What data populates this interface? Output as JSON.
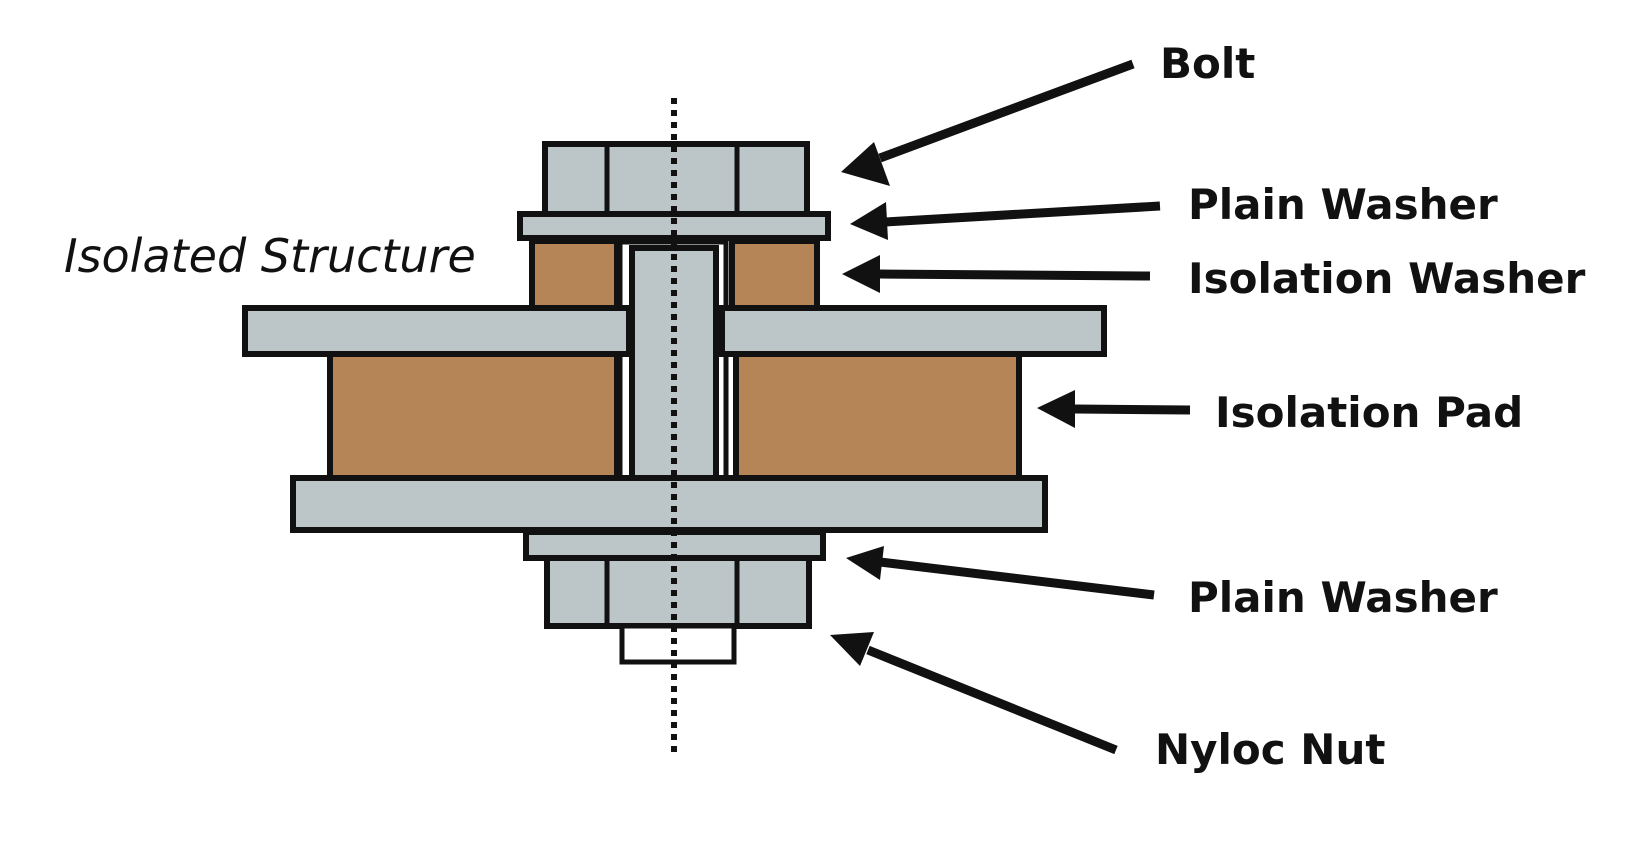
{
  "caption": "Isolated Structure",
  "labels": {
    "bolt": "Bolt",
    "plain_washer_top": "Plain Washer",
    "isolation_washer": "Isolation Washer",
    "isolation_pad": "Isolation Pad",
    "plain_washer_bottom": "Plain Washer",
    "nyloc_nut": "Nyloc Nut"
  },
  "colors": {
    "steel": "#bcc6c9",
    "isolation_material": "#b68557",
    "outline": "#111111"
  }
}
